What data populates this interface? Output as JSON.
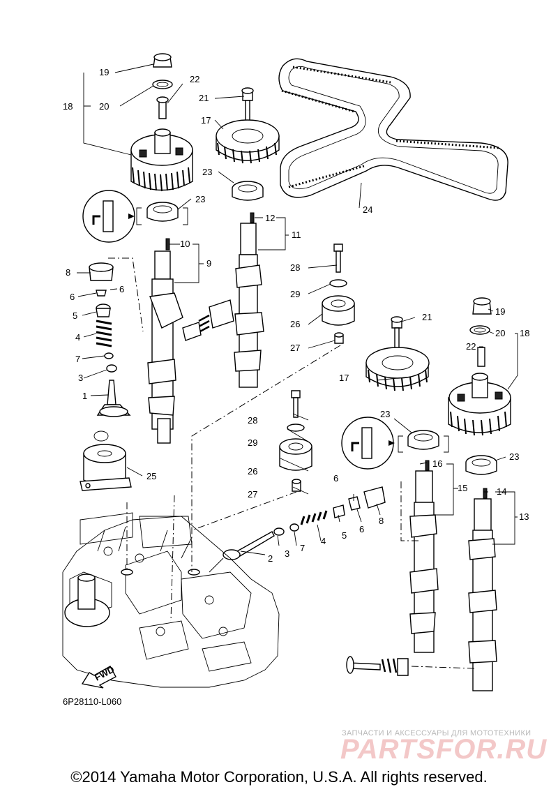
{
  "diagram": {
    "code": "6P28110-L060",
    "fwd_label": "FWD",
    "callouts": {
      "c1": "1",
      "c2": "2",
      "c3a": "3",
      "c3b": "3",
      "c4a": "4",
      "c4b": "4",
      "c5a": "5",
      "c5b": "5",
      "c6a": "6",
      "c6b": "6",
      "c6c": "6",
      "c6d": "6",
      "c7a": "7",
      "c7b": "7",
      "c8a": "8",
      "c8b": "8",
      "c9": "9",
      "c10": "10",
      "c11": "11",
      "c12": "12",
      "c13": "13",
      "c14": "14",
      "c15": "15",
      "c16": "16",
      "c17a": "17",
      "c17b": "17",
      "c18a": "18",
      "c18b": "18",
      "c19a": "19",
      "c19b": "19",
      "c20a": "20",
      "c20b": "20",
      "c21a": "21",
      "c21b": "21",
      "c22a": "22",
      "c22b": "22",
      "c23a": "23",
      "c23b": "23",
      "c23c": "23",
      "c23d": "23",
      "c24": "24",
      "c25": "25",
      "c26a": "26",
      "c26b": "26",
      "c27a": "27",
      "c27b": "27",
      "c28a": "28",
      "c28b": "28",
      "c29a": "29",
      "c29b": "29"
    }
  },
  "watermark": {
    "subtitle": "ЗАПЧАСТИ И АКСЕССУАРЫ ДЛЯ МОТОТЕХНИКИ",
    "logo": "PARTSFOR.RU"
  },
  "copyright": "©2014 Yamaha Motor Corporation, U.S.A. All rights reserved."
}
